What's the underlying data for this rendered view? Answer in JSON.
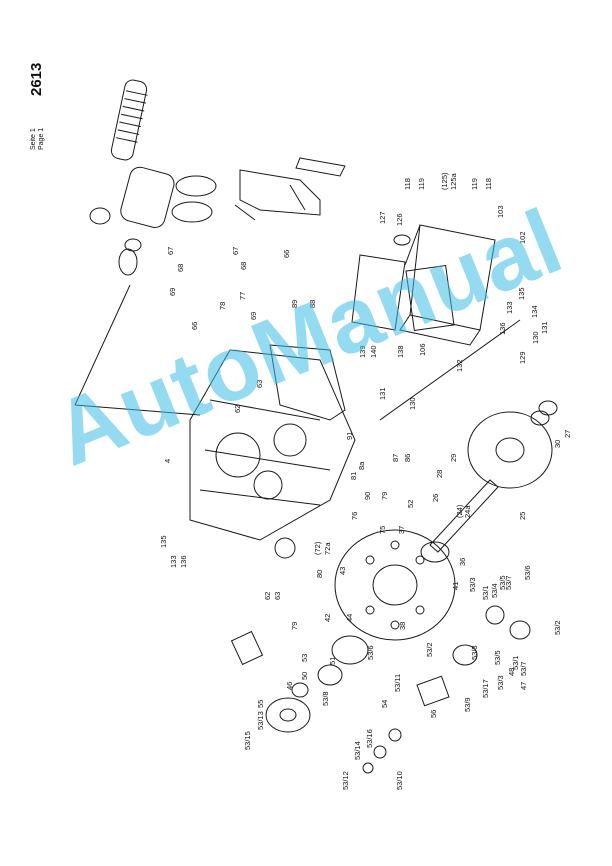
{
  "header": {
    "doc_number": "2613",
    "page_de": "Seite 1",
    "page_en": "Page 1"
  },
  "watermark": {
    "text": "AutoManual",
    "color": "#3cbee6"
  },
  "callouts": [
    "118",
    "119",
    "(125)",
    "125a",
    "119",
    "118",
    "103",
    "102",
    "127",
    "126",
    "135",
    "133",
    "136",
    "134",
    "131",
    "130",
    "129",
    "132",
    "139",
    "140",
    "138",
    "106",
    "67",
    "68",
    "69",
    "66",
    "67",
    "68",
    "66",
    "77",
    "78",
    "69",
    "88",
    "89",
    "63",
    "62",
    "91",
    "131",
    "130",
    "81",
    "87",
    "86",
    "90",
    "79",
    "76",
    "8a",
    "28",
    "29",
    "26",
    "(24)",
    "24a",
    "25",
    "30",
    "27",
    "4",
    "135",
    "133",
    "136",
    "75",
    "37",
    "52",
    "36",
    "(72)",
    "72a",
    "43",
    "41",
    "53/3",
    "53/1",
    "53/4",
    "53/5",
    "53/7",
    "53/6",
    "53/2",
    "62",
    "63",
    "80",
    "79",
    "42",
    "44",
    "38",
    "53/2",
    "53/3",
    "53/5",
    "53/1",
    "53/7",
    "53/3",
    "48",
    "47",
    "53",
    "50",
    "46",
    "51",
    "53/6",
    "53/8",
    "53/17",
    "53/9",
    "53/11",
    "54",
    "56",
    "55",
    "53/13",
    "53/15",
    "53/16",
    "53/14",
    "53/12",
    "53/10"
  ]
}
